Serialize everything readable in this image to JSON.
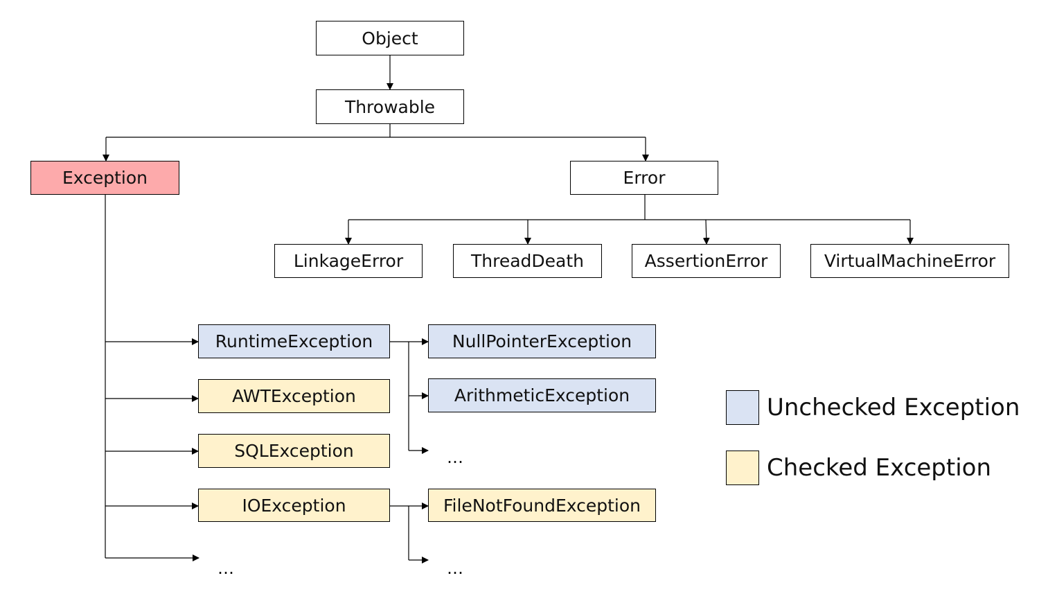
{
  "colors": {
    "exception": "#fdaaab",
    "unchecked": "#dae3f3",
    "checked": "#fff2cc",
    "plain": "#ffffff",
    "line": "#000000"
  },
  "nodes": {
    "object": "Object",
    "throwable": "Throwable",
    "exception": "Exception",
    "error": "Error",
    "linkage_error": "LinkageError",
    "thread_death": "ThreadDeath",
    "assertion_error": "AssertionError",
    "virtual_machine_error": "VirtualMachineError",
    "runtime_exception": "RuntimeException",
    "awt_exception": "AWTException",
    "sql_exception": "SQLException",
    "io_exception": "IOException",
    "null_pointer_exception": "NullPointerException",
    "arithmetic_exception": "ArithmeticException",
    "file_not_found_exception": "FileNotFoundException"
  },
  "ellipsis": "…",
  "legend": {
    "unchecked": "Unchecked Exception",
    "checked": "Checked Exception"
  }
}
